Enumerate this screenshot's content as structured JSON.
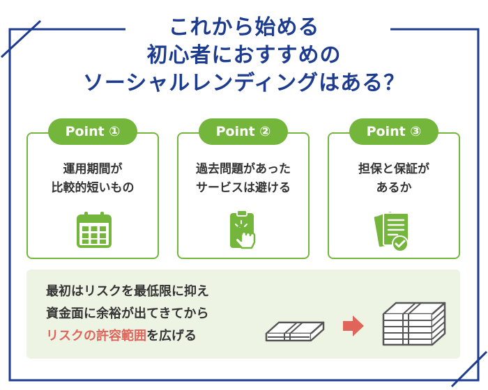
{
  "title": {
    "line1": "これから始める",
    "line2": "初心者におすすめの",
    "line3": "ソーシャルレンディングはある？"
  },
  "points": [
    {
      "badge": "Point ①",
      "line1": "運用期間が",
      "line2": "比較的短いもの",
      "icon": "calendar-icon"
    },
    {
      "badge": "Point ②",
      "line1": "過去問題があった",
      "line2": "サービスは避ける",
      "icon": "clipboard-tap-icon"
    },
    {
      "badge": "Point ③",
      "line1": "担保と保証が",
      "line2": "あるか",
      "icon": "document-check-icon"
    }
  ],
  "summary": {
    "line1": "最初はリスクを最低限に抑え",
    "line2": "資金面に余裕が出てきてから",
    "line3_accent": "リスクの許容範囲",
    "line3_rest": "を広げる"
  },
  "colors": {
    "navy": "#1d3b8f",
    "green": "#74b63c",
    "accent_red": "#e0645a",
    "panel_bg": "#edf4e4"
  }
}
